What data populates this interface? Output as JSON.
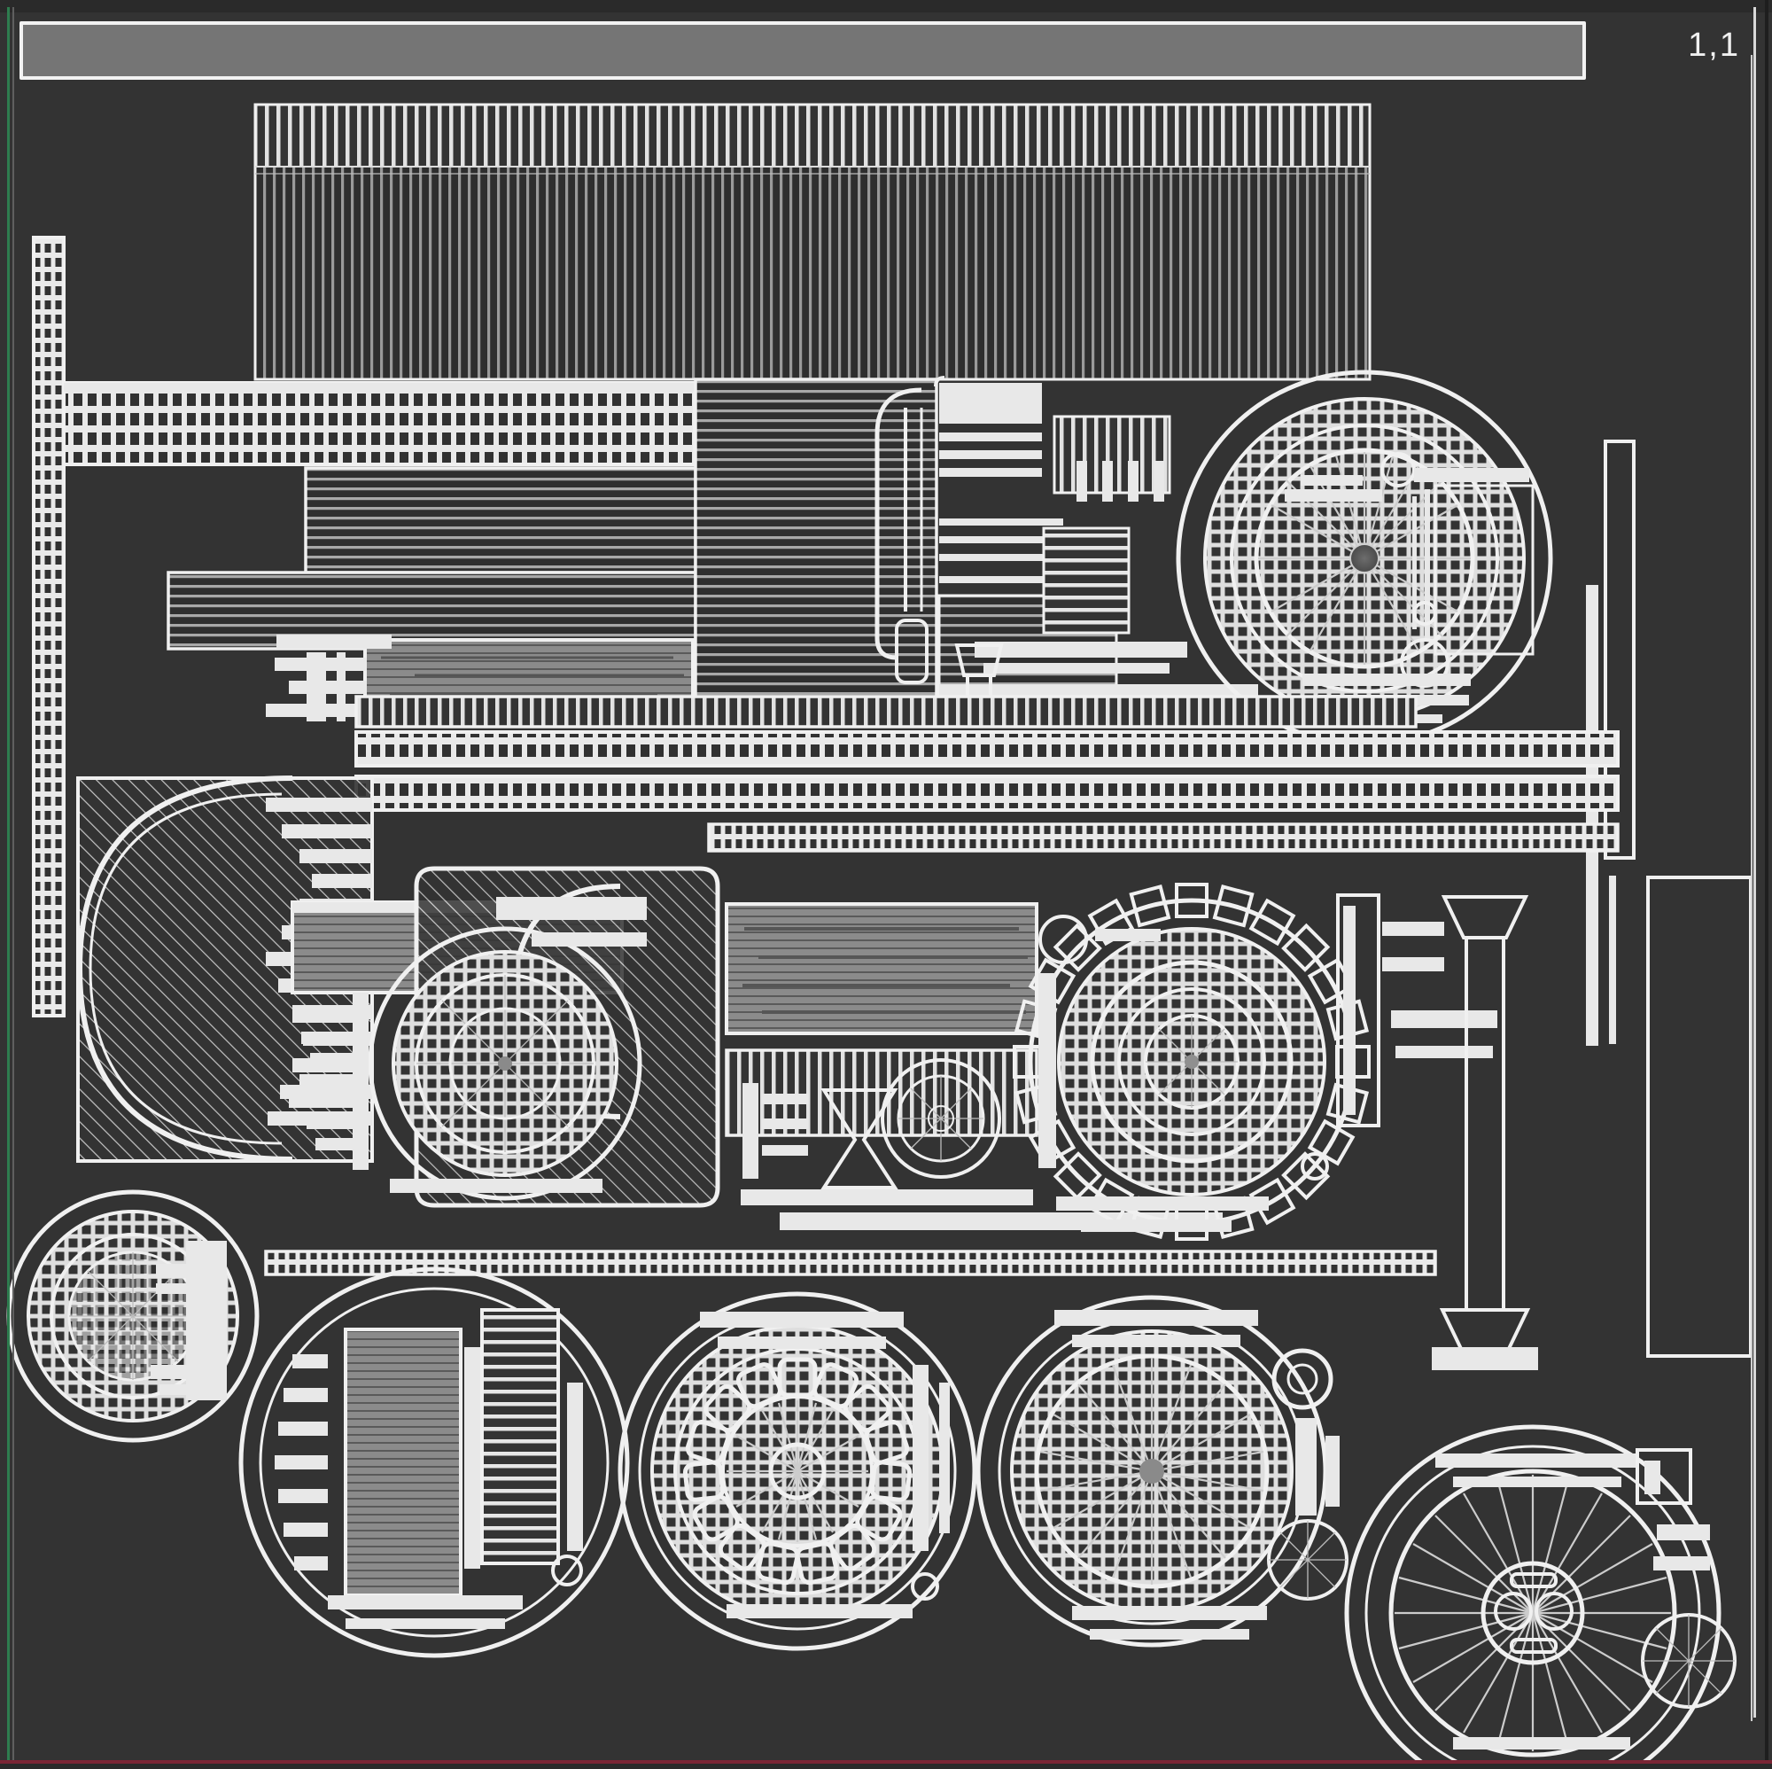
{
  "app": {
    "window_title": "",
    "background_color": "#333333",
    "line_color": "#f0f0f0",
    "accent_green": "#2e7d4f",
    "accent_red": "#7a2535",
    "panel_gray": "#757575"
  },
  "header": {
    "toolbar_label": "",
    "coordinate_readout": "1,1"
  },
  "canvas": {
    "name": "technical-layout-canvas",
    "description": "Abstract white-on-dark mechanical / integrated-circuit style line drawing",
    "figure_groups": [
      {
        "id": "top-fin-array",
        "label": ""
      },
      {
        "id": "upper-hatch-block",
        "label": ""
      },
      {
        "id": "left-ladder-rail",
        "label": ""
      },
      {
        "id": "spoked-wheel-upper-right",
        "label": ""
      },
      {
        "id": "mid-rail-bands",
        "label": ""
      },
      {
        "id": "left-arc-housing",
        "label": ""
      },
      {
        "id": "impeller-left",
        "label": ""
      },
      {
        "id": "toothed-gear-center",
        "label": ""
      },
      {
        "id": "standpipe-right",
        "label": ""
      },
      {
        "id": "bottom-disc-1",
        "label": ""
      },
      {
        "id": "bottom-disc-2",
        "label": ""
      },
      {
        "id": "bottom-disc-3",
        "label": ""
      },
      {
        "id": "bottom-disc-4",
        "label": ""
      },
      {
        "id": "bottom-disc-5",
        "label": ""
      }
    ]
  },
  "status": {
    "text": ""
  }
}
